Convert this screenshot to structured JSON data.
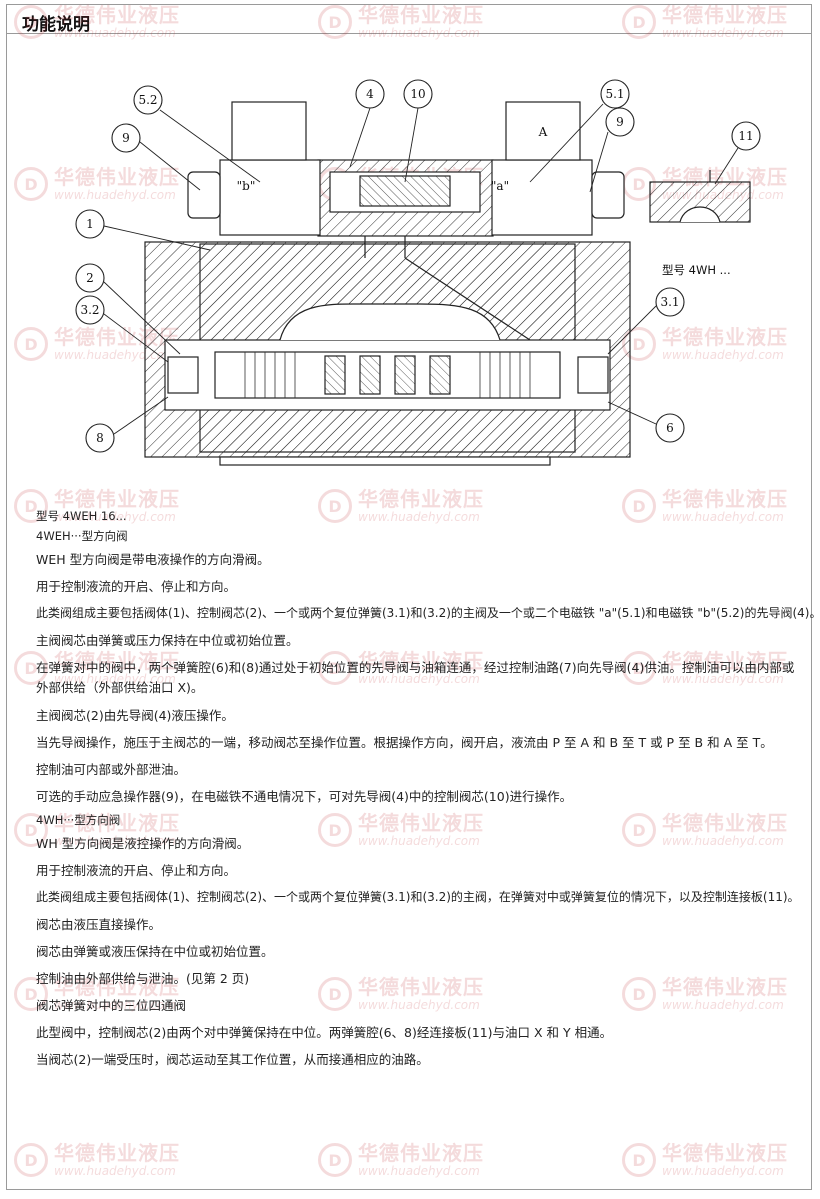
{
  "header": {
    "title": "功能说明"
  },
  "watermark": {
    "brand": "华德伟业液压",
    "url": "www.huadehyd.com",
    "logo_letter": "D",
    "color": "#c0272d"
  },
  "figure": {
    "callouts": [
      "5.2",
      "4",
      "10",
      "5.1",
      "9",
      "9",
      "11",
      "1",
      "2",
      "3.2",
      "3.1",
      "8",
      "6"
    ],
    "inner_labels": {
      "solenoid_a": "A",
      "solenoid_b_marker": "\"b\"",
      "solenoid_a_marker": "\"a\""
    },
    "inset_caption": "型号 4WH ..."
  },
  "content": {
    "model_weh": "型号 4WEH 16...",
    "weh_heading": "4WEH···型方向阀",
    "paragraphs_weh": [
      "WEH 型方向阀是带电液操作的方向滑阀。",
      "用于控制液流的开启、停止和方向。",
      "此类阀组成主要包括阀体(1)、控制阀芯(2)、一个或两个复位弹簧(3.1)和(3.2)的主阀及一个或二个电磁铁 \"a\"(5.1)和电磁铁 \"b\"(5.2)的先导阀(4)。",
      "主阀阀芯由弹簧或压力保持在中位或初始位置。",
      "在弹簧对中的阀中，两个弹簧腔(6)和(8)通过处于初始位置的先导阀与油箱连通，经过控制油路(7)向先导阀(4)供油。控制油可以由内部或外部供给（外部供给油口 X)。",
      "主阀阀芯(2)由先导阀(4)液压操作。",
      "当先导阀操作，施压于主阀芯的一端，移动阀芯至操作位置。根据操作方向，阀开启，液流由 P 至 A 和 B 至 T 或 P 至 B 和 A 至 T。",
      "控制油可内部或外部泄油。",
      "可选的手动应急操作器(9)，在电磁铁不通电情况下，可对先导阀(4)中的控制阀芯(10)进行操作。"
    ],
    "wh_heading": "4WH···型方向阀",
    "paragraphs_wh": [
      "WH 型方向阀是液控操作的方向滑阀。",
      "用于控制液流的开启、停止和方向。",
      "此类阀组成主要包括阀体(1)、控制阀芯(2)、一个或两个复位弹簧(3.1)和(3.2)的主阀，在弹簧对中或弹簧复位的情况下，以及控制连接板(11)。",
      "阀芯由液压直接操作。",
      "阀芯由弹簧或液压保持在中位或初始位置。",
      "控制油由外部供给与泄油。(见第 2 页)"
    ],
    "three_pos_heading": "阀芯弹簧对中的三位四通阀",
    "paragraphs_three_pos": [
      "此型阀中，控制阀芯(2)由两个对中弹簧保持在中位。两弹簧腔(6、8)经连接板(11)与油口 X 和 Y 相通。",
      "当阀芯(2)一端受压时，阀芯运动至其工作位置，从而接通相应的油路。"
    ]
  }
}
